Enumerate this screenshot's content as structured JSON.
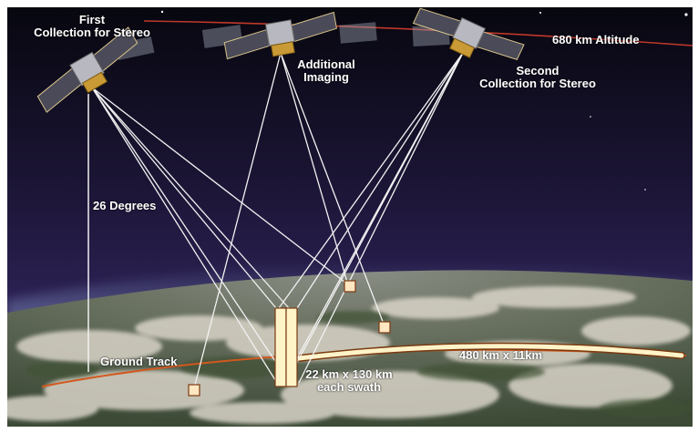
{
  "labels": {
    "first_collection_line1": "First",
    "first_collection_line2": "Collection for Stereo",
    "additional_line1": "Additional",
    "additional_line2": "Imaging",
    "second_collection_line1": "Second",
    "second_collection_line2": "Collection for Stereo",
    "altitude": "680 km Altitude",
    "degrees": "26 Degrees",
    "ground_track": "Ground Track",
    "strip": "480 km x 11km",
    "swath_line1": "22 km x 130 km",
    "swath_line2": "each swath"
  },
  "colors": {
    "space_top": "#0a0a18",
    "space_mid": "#2a1f55",
    "earth_cloud": "#cfc9bd",
    "earth_land": "#4c5a44",
    "orbit": "#c0382a",
    "ground_track": "#d2581e",
    "strip_fill": "#fff3c8",
    "beam": "#f2f2f2",
    "target_fill": "#ffe7c2",
    "target_stroke": "#7a3a10",
    "solar_panel": "#5a5a66",
    "bus_gold": "#c99a35"
  }
}
